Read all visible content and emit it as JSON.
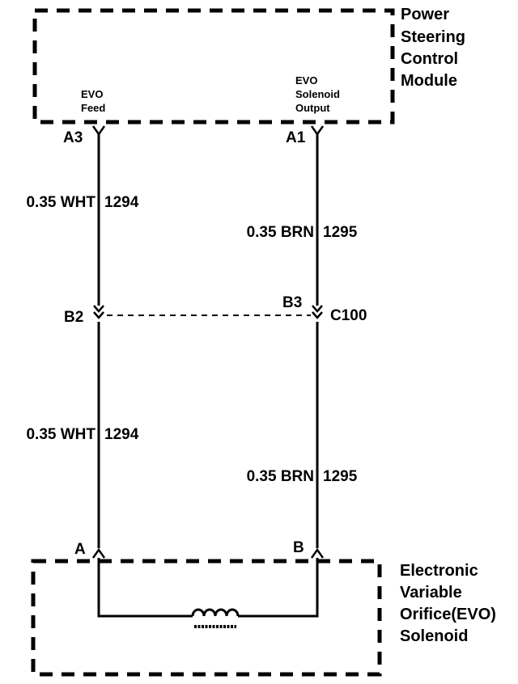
{
  "module": {
    "title_lines": [
      "Power",
      "Steering",
      "Control",
      "Module"
    ],
    "pin_left_desc": [
      "EVO",
      "Feed"
    ],
    "pin_right_desc": [
      "EVO",
      "Solenoid",
      "Output"
    ],
    "pin_left": "A3",
    "pin_right": "A1"
  },
  "wires": {
    "left_upper": {
      "gauge_color": "0.35 WHT",
      "circuit": "1294"
    },
    "right_upper": {
      "gauge_color": "0.35 BRN",
      "circuit": "1295"
    },
    "left_lower": {
      "gauge_color": "0.35 WHT",
      "circuit": "1294"
    },
    "right_lower": {
      "gauge_color": "0.35 BRN",
      "circuit": "1295"
    }
  },
  "connector": {
    "id": "C100",
    "pin_left": "B2",
    "pin_right": "B3"
  },
  "solenoid": {
    "title_lines": [
      "Electronic",
      "Variable",
      "Orifice(EVO)",
      "Solenoid"
    ],
    "pin_left": "A",
    "pin_right": "B"
  }
}
